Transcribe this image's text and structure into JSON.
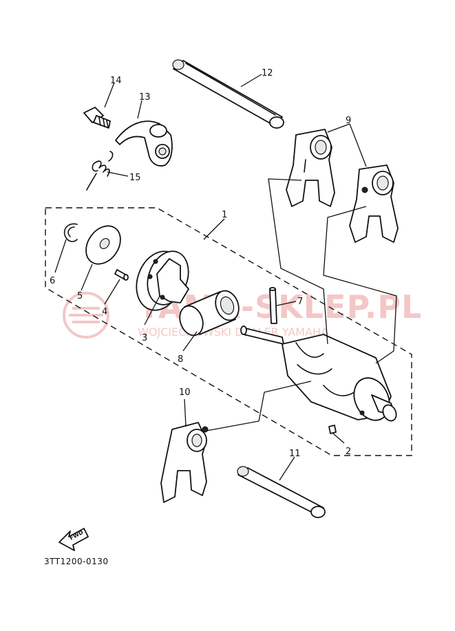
{
  "diagram": {
    "code": "3TT1200-0130",
    "fwd_label": "FWD",
    "watermark": {
      "line1": "YAMA-SKLEP.PL",
      "line2": "WOJCIECHOWSKI DEALER YAMAHA",
      "color": "#e06060"
    },
    "callouts": [
      "1",
      "2",
      "3",
      "4",
      "5",
      "6",
      "7",
      "8",
      "9",
      "10",
      "11",
      "12",
      "13",
      "14",
      "15"
    ]
  }
}
